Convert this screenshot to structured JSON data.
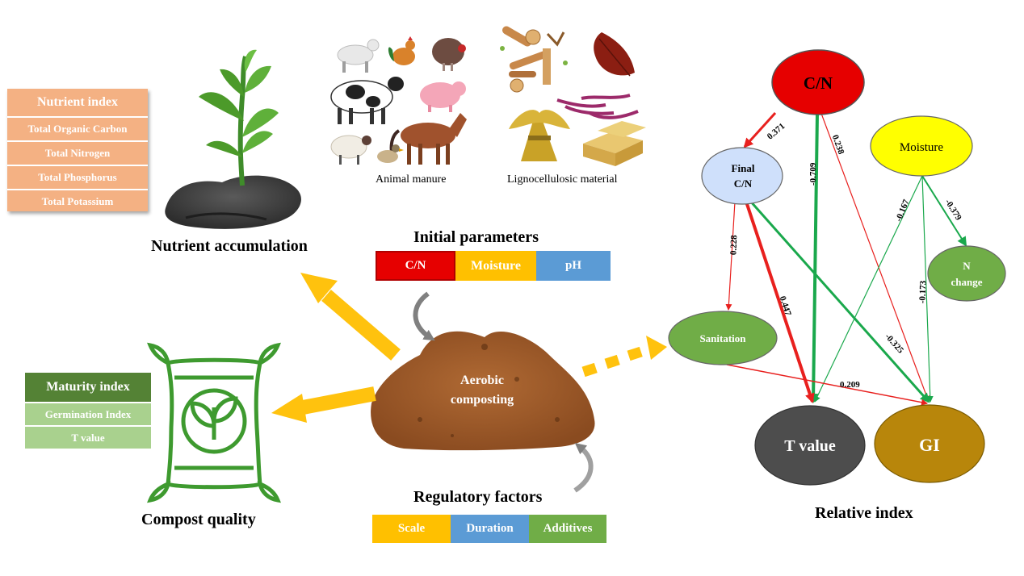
{
  "nutrient_index": {
    "header": "Nutrient index",
    "items": [
      "Total Organic Carbon",
      "Total Nitrogen",
      "Total Phosphorus",
      "Total Potassium"
    ]
  },
  "maturity_index": {
    "header": "Maturity index",
    "items": [
      "Germination Index",
      "T value"
    ]
  },
  "titles": {
    "nutrient_accumulation": "Nutrient accumulation",
    "compost_quality": "Compost quality",
    "initial_parameters": "Initial parameters",
    "regulatory_factors": "Regulatory factors",
    "relative_index": "Relative index",
    "animal_manure": "Animal manure",
    "lignocellulosic_material": "Lignocellulosic material",
    "aerobic_composting_line1": "Aerobic",
    "aerobic_composting_line2": "composting"
  },
  "initial_parameters": [
    "C/N",
    "Moisture",
    "pH"
  ],
  "regulatory_factors": [
    "Scale",
    "Duration",
    "Additives"
  ],
  "nodes": {
    "cn": "C/N",
    "final_cn_line1": "Final",
    "final_cn_line2": "C/N",
    "moisture": "Moisture",
    "n_change_line1": "N",
    "n_change_line2": "change",
    "sanitation": "Sanitation",
    "t_value": "T value",
    "gi": "GI"
  },
  "edges": [
    {
      "from": "C/N",
      "to": "Final C/N",
      "value": "0.371"
    },
    {
      "from": "C/N",
      "to": "T value",
      "value": "-0.709"
    },
    {
      "from": "C/N",
      "to": "GI",
      "value": "0.238"
    },
    {
      "from": "Final C/N",
      "to": "Sanitation",
      "value": "0.228"
    },
    {
      "from": "Final C/N",
      "to": "T value",
      "value": "0.447"
    },
    {
      "from": "Final C/N",
      "to": "GI",
      "value": "-0.325"
    },
    {
      "from": "Moisture",
      "to": "T value",
      "value": "-0.167"
    },
    {
      "from": "Moisture",
      "to": "N change",
      "value": "-0.379"
    },
    {
      "from": "Moisture",
      "to": "GI",
      "value": "-0.173"
    },
    {
      "from": "Sanitation",
      "to": "GI",
      "value": "0.209"
    }
  ],
  "colors": {
    "nutrient_box": "#f4b183",
    "maturity_header": "#548235",
    "maturity_items": "#a9d18e",
    "cn_red": "#e60000",
    "moisture_yellow": "#ffc000",
    "ph_blue": "#5b9bd5",
    "additives_green": "#70ad47",
    "positive_edge": "#e8201e",
    "negative_edge": "#1aa84c",
    "arrow_yellow": "#ffc20e",
    "compost_brown": "#9c5a2a"
  }
}
